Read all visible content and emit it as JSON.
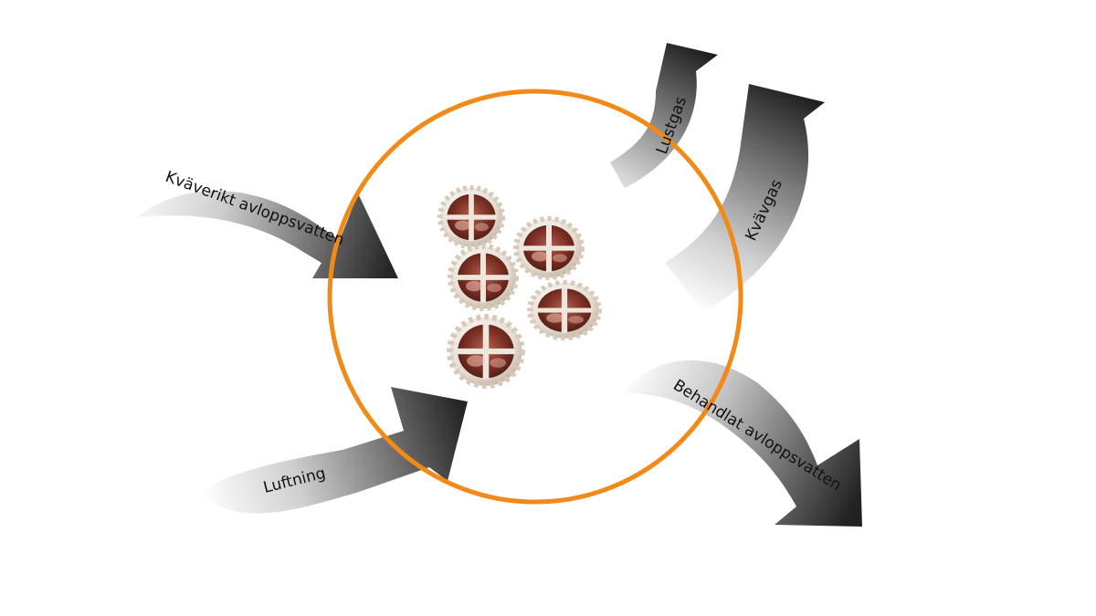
{
  "diagram": {
    "labels": {
      "inflow": "Kväverikt avloppsvatten",
      "aeration": "Luftning",
      "nitrous_oxide": "Lustgas",
      "nitrogen_gas": "Kvävgas",
      "outflow": "Behandlat avloppsvatten"
    },
    "colors": {
      "circle": "#f28a1a",
      "arrow_dark": "#2b2b2b",
      "arrow_light": "#ffffff",
      "carrier_shell": "#ece3d8",
      "carrier_biofilm": "#7a2f22"
    },
    "carrier_count": 5
  }
}
